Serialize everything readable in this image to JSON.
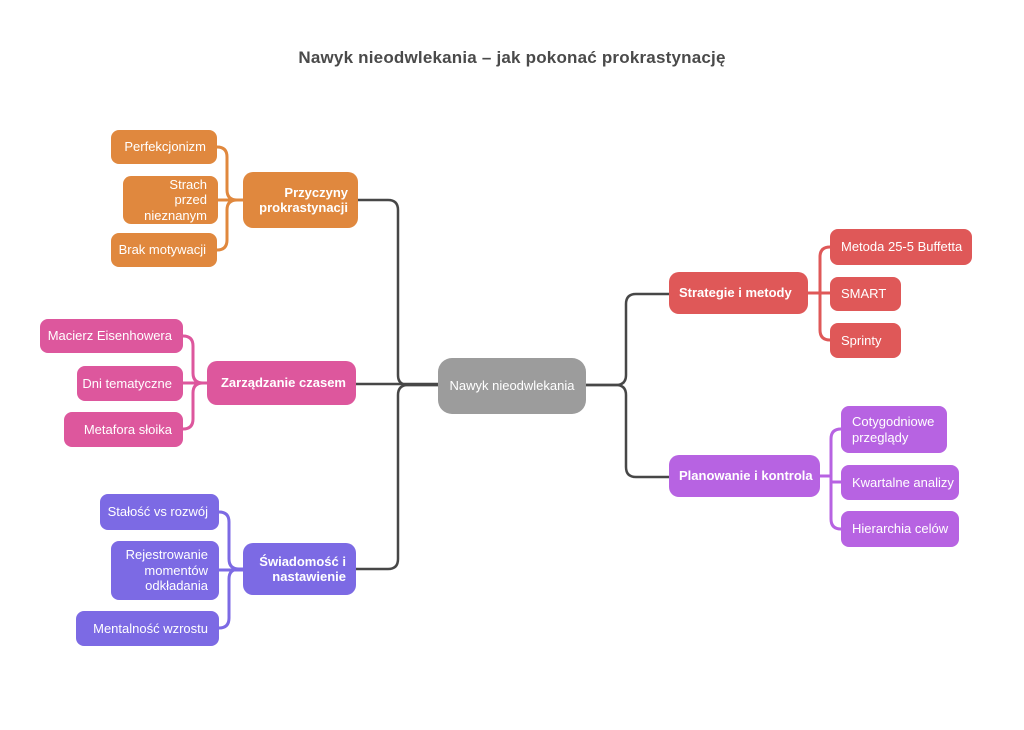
{
  "title": "Nawyk nieodwlekania – jak pokonać prokrastynację",
  "colors": {
    "causes": "#E0883E",
    "time": "#DD579D",
    "awareness": "#7C6AE4",
    "strategies": "#DF5858",
    "planning": "#B763E2",
    "center": "#9C9C9C",
    "edge": "#474747",
    "title_text": "#4A4A4A"
  },
  "center": {
    "label": "Nawyk nieodwlekania"
  },
  "branches": {
    "causes": {
      "label": "Przyczyny\nprokrastynacji",
      "children": [
        "Perfekcjonizm",
        "Strach przed\nnieznanym",
        "Brak motywacji"
      ]
    },
    "time": {
      "label": "Zarządzanie czasem",
      "children": [
        "Macierz Eisenhowera",
        "Dni tematyczne",
        "Metafora słoika"
      ]
    },
    "awareness": {
      "label": "Świadomość i\nnastawienie",
      "children": [
        "Stałość vs rozwój",
        "Rejestrowanie\nmomentów\nodkładania",
        "Mentalność wzrostu"
      ]
    },
    "strategies": {
      "label": "Strategie i metody",
      "children": [
        "Metoda 25-5 Buffetta",
        "SMART",
        "Sprinty"
      ]
    },
    "planning": {
      "label": "Planowanie i kontrola",
      "children": [
        "Cotygodniowe\nprzeglądy",
        "Kwartalne analizy",
        "Hierarchia celów"
      ]
    }
  }
}
